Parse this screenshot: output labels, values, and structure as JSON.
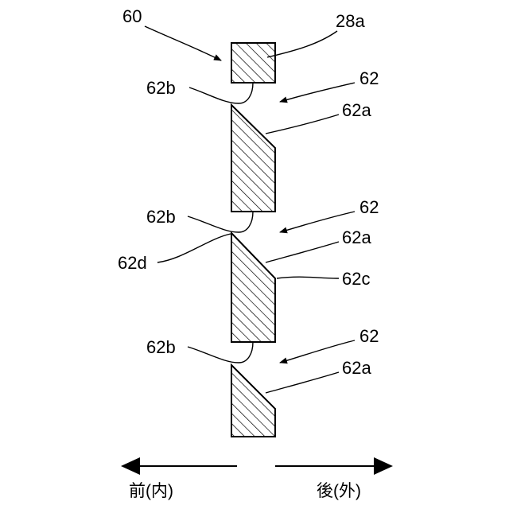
{
  "labels": {
    "l60": "60",
    "l28a": "28a",
    "l62_top": "62",
    "l62b_top": "62b",
    "l62a_top": "62a",
    "l62b_mid": "62b",
    "l62_mid": "62",
    "l62a_mid": "62a",
    "l62d": "62d",
    "l62c": "62c",
    "l62b_bot": "62b",
    "l62_bot": "62",
    "l62a_bot": "62a"
  },
  "directions": {
    "front": "前(内)",
    "rear": "後(外)"
  },
  "colors": {
    "stroke": "#000000",
    "background": "#ffffff"
  }
}
